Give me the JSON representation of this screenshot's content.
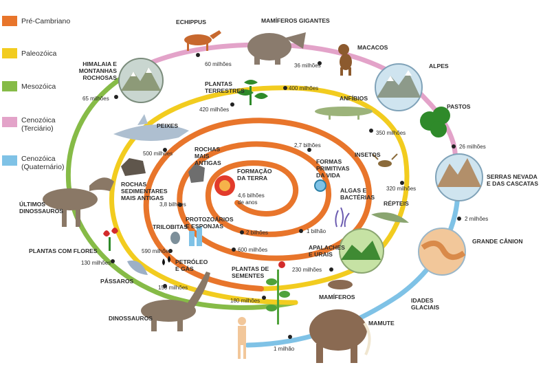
{
  "legend": [
    {
      "label": "Pré-Cambriano",
      "color": "#e8752b"
    },
    {
      "label": "Paleozóica",
      "color": "#f2cc1f"
    },
    {
      "label": "Mesozóica",
      "color": "#86bb47"
    },
    {
      "label": "Cenozóica (Terciário)",
      "lines": [
        "Cenozóica",
        "(Terciário)"
      ],
      "color": "#e3a3c9"
    },
    {
      "label": "Cenozóica (Quaternário)",
      "lines": [
        "Cenozóica",
        "(Quaternário)"
      ],
      "color": "#7fc2e6"
    }
  ],
  "center": {
    "title_lines": [
      "FORMAÇÃO",
      "DA TERRA"
    ],
    "age_lines": [
      "4,6 bilhões",
      "de anos"
    ]
  },
  "ages": {
    "b27": "2,7 bilhões",
    "b2": "2 bilhões",
    "b1": "1 bilhão",
    "b38": "3,8 bilhões",
    "m600": "600 milhões",
    "m590": "590 milhões",
    "m500": "500 milhões",
    "m420": "420 milhões",
    "m400": "400 milhões",
    "m350": "350 milhões",
    "m320": "320 milhões",
    "m230": "230 milhões",
    "m180": "180 milhões",
    "m150": "150 milhões",
    "m130": "130 milhões",
    "m65": "65 milhões",
    "m60": "60 milhões",
    "m36": "36 milhões",
    "m26": "26 milhões",
    "m2": "2 milhões",
    "m1": "1 milhão"
  },
  "events": {
    "echippus": "ECHIPPUS",
    "mamiferos_gigantes": "MAMÍFEROS GIGANTES",
    "macacos": "MACACOS",
    "alpes": "ALPES",
    "pastos": "PASTOS",
    "himalaia": [
      "HIMALAIA E",
      "MONTANHAS",
      "ROCHOSAS"
    ],
    "plantas_terrestres": [
      "PLANTAS",
      "TERRESTRES"
    ],
    "anfibios": "ANFÍBIOS",
    "peixes": "PEIXES",
    "insetos": "INSETOS",
    "rochas_antigas": [
      "ROCHAS",
      "MAIS",
      "ANTIGAS"
    ],
    "formas_primitivas": [
      "FORMAS",
      "PRIMITIVAS",
      "DA VIDA"
    ],
    "serras": [
      "SERRAS NEVADA",
      "E DAS CASCATAS"
    ],
    "rochas_sedimentares": [
      "ROCHAS",
      "SEDIMENTARES",
      "MAIS ANTIGAS"
    ],
    "algas": [
      "ALGAS E",
      "BACTÉRIAS"
    ],
    "repteis": "RÉPTEIS",
    "ultimos_dinossauros": [
      "ÚLTIMOS",
      "DINOSSAUROS"
    ],
    "trilobitas": "TRILOBITAS",
    "protozoarios": [
      "PROTOZOÁRIOS",
      "E ESPONJAS"
    ],
    "grande_canion": "GRANDE CÂNION",
    "apalaches": [
      "APALACHES",
      "E URAIS"
    ],
    "plantas_flores": "PLANTAS COM FLORES",
    "petroleo": [
      "PETRÓLEO",
      "E GÁS"
    ],
    "plantas_sementes": [
      "PLANTAS DE",
      "SEMENTES"
    ],
    "passaros": "PÁSSAROS",
    "mamiferos": "MAMÍFEROS",
    "idades_glaciais": [
      "IDADES",
      "GLACIAIS"
    ],
    "dinossauros": "DINOSSAUROS",
    "mamute": "MAMUTE"
  },
  "colors": {
    "orange": "#e8752b",
    "yellow": "#f2cc1f",
    "green": "#86bb47",
    "pink": "#e3a3c9",
    "blue": "#7fc2e6"
  }
}
